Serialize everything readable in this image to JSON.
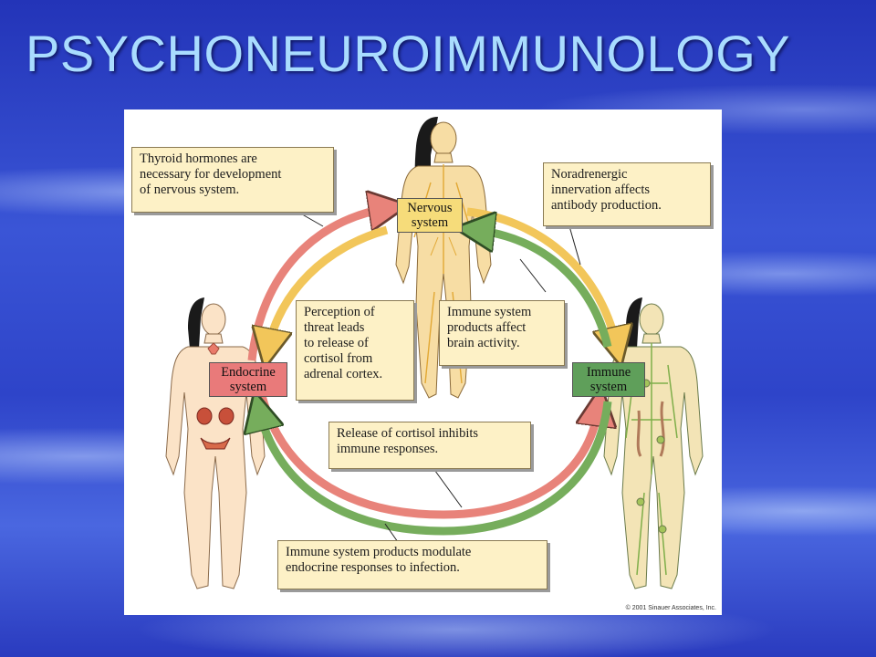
{
  "slide": {
    "title": "PSYCHONEUROIMMUNOLOGY"
  },
  "diagram": {
    "systems": {
      "nervous": [
        "Nervous",
        "system"
      ],
      "endocrine": [
        "Endocrine",
        "system"
      ],
      "immune": [
        "Immune",
        "system"
      ]
    },
    "captions": {
      "thyroid": [
        "Thyroid hormones are",
        "necessary for development",
        "of nervous system."
      ],
      "noradrenergic": [
        "Noradrenergic",
        "innervation affects",
        "antibody production."
      ],
      "perception": [
        "Perception of",
        "threat leads",
        "to release of",
        "cortisol from",
        "adrenal cortex."
      ],
      "immune_brain": [
        "Immune system",
        "products affect",
        "brain activity."
      ],
      "cortisol": [
        "Release of cortisol inhibits",
        "immune responses."
      ],
      "modulate": [
        "Immune system products modulate",
        "endocrine responses to infection."
      ]
    },
    "copyright": "© 2001 Sinauer Associates, Inc."
  },
  "colors": {
    "red_arrow": "#e8837a",
    "yellow_arrow": "#f2c65a",
    "green_arrow": "#76ad5c",
    "nervous_label": "#f6dc7a",
    "endocrine_label": "#e97a7a",
    "immune_label": "#5f9f5a",
    "caption_fill": "#fdf1c6",
    "title_text": "#a9dcff"
  }
}
